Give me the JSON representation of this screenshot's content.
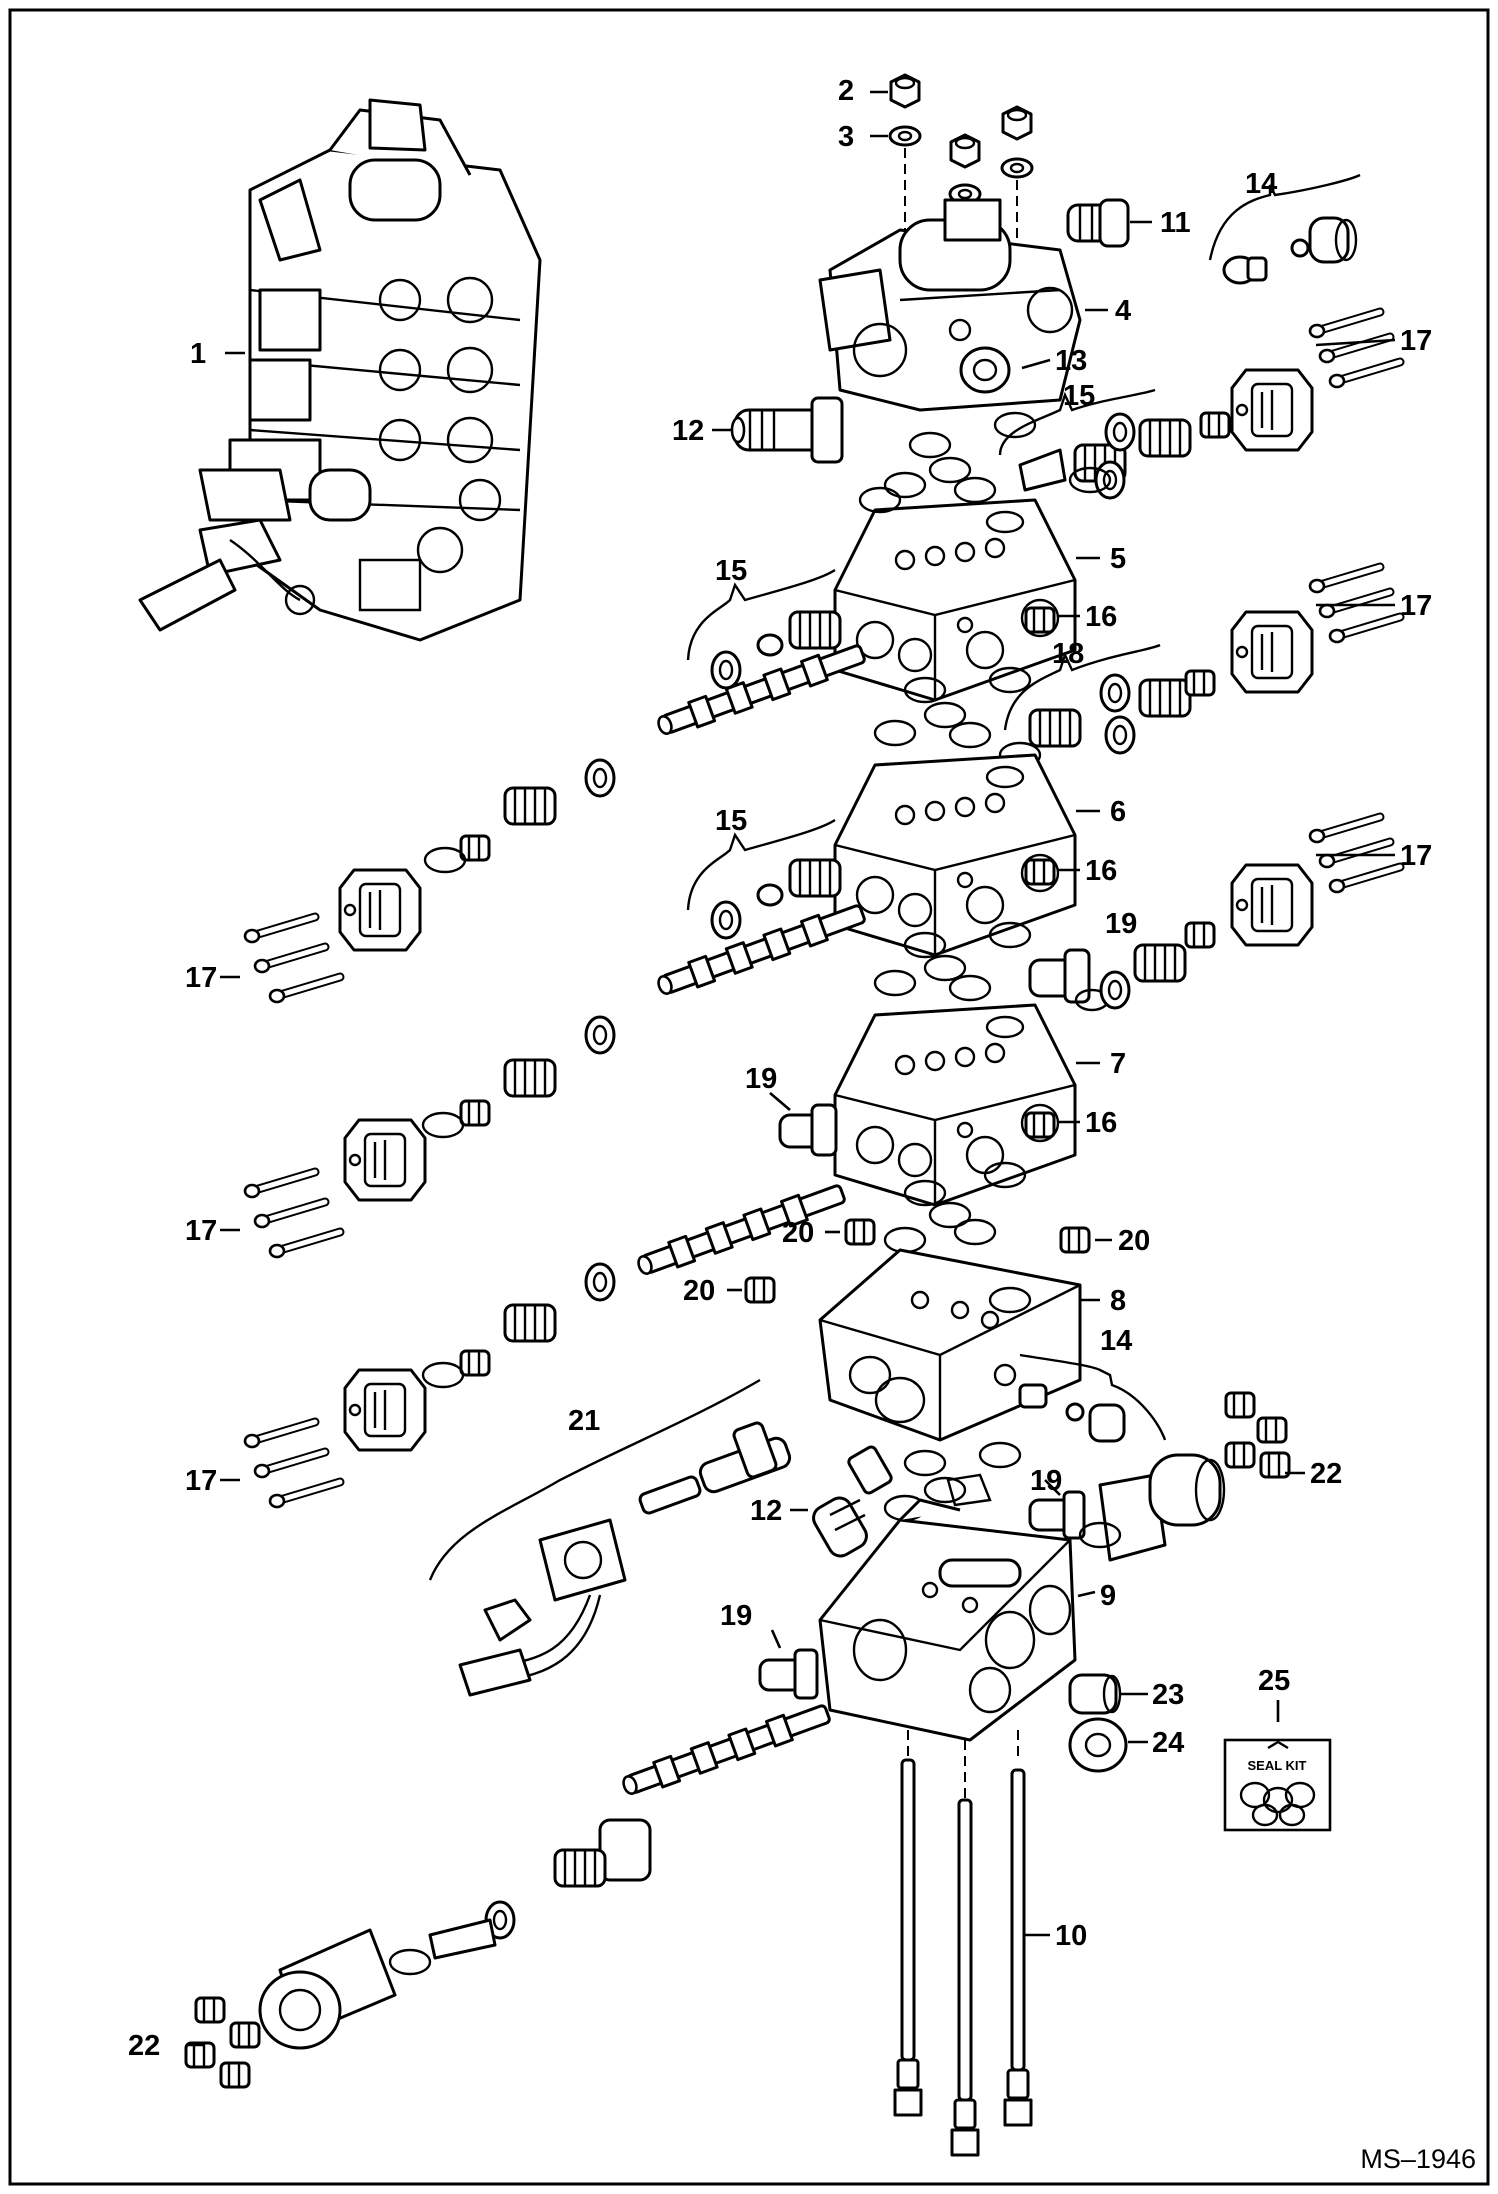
{
  "diagram": {
    "reference_code": "MS–1946",
    "seal_kit_text": "SEAL KIT",
    "callouts": {
      "c1": "1",
      "c2": "2",
      "c3": "3",
      "c4": "4",
      "c5": "5",
      "c6": "6",
      "c7": "7",
      "c8": "8",
      "c9": "9",
      "c10": "10",
      "c11": "11",
      "c12": "12",
      "c13": "13",
      "c14": "14",
      "c15": "15",
      "c16": "16",
      "c17": "17",
      "c18": "18",
      "c19": "19",
      "c20": "20",
      "c21": "21",
      "c22": "22",
      "c23": "23",
      "c24": "24",
      "c25": "25"
    }
  }
}
